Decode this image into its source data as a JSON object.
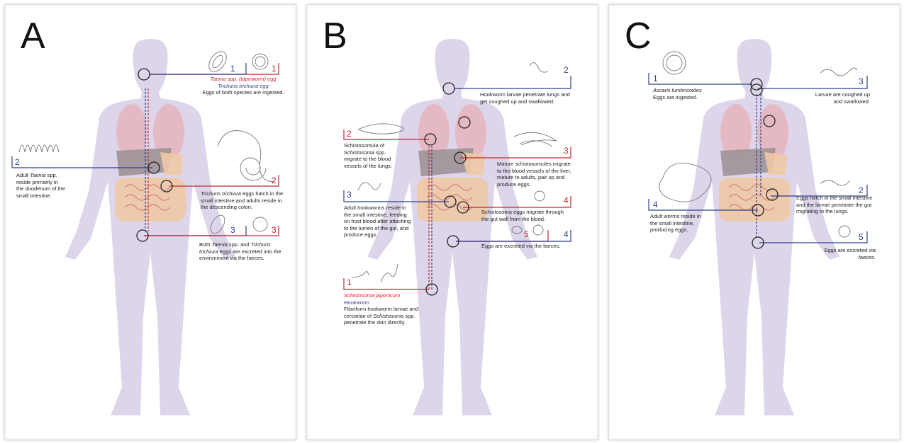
{
  "colors": {
    "red": "#c0282d",
    "blue": "#2f3f8f",
    "body": "#ddd6ea",
    "lung": "#e6b4bd",
    "liver": "#9c9296",
    "intestine": "#f0c9a6"
  },
  "panels": [
    {
      "letter": "A",
      "stages": [
        {
          "num": "1",
          "color": "blue"
        },
        {
          "num": "1",
          "color": "red"
        },
        {
          "num": "2",
          "color": "blue"
        },
        {
          "num": "2",
          "color": "red"
        },
        {
          "num": "3",
          "color": "blue"
        },
        {
          "num": "3",
          "color": "red"
        }
      ],
      "captions": {
        "c1_red": "Taenia spp. (tapeworm) egg",
        "c1_blue": "Trichuris trichiura egg",
        "c1_text": "Eggs of both species are ingested.",
        "c2_pre": "Adult ",
        "c2_italic": "Taenia",
        "c2_post": " spp. reside primarily in the duodenum of the small intestine.",
        "c3_italic": "Trichuris trichiura",
        "c3_text": " eggs hatch in the small intestine and adults reside in the descending colon.",
        "c4_pre": "Both ",
        "c4_italic1": "Taenia",
        "c4_mid": " spp. and ",
        "c4_italic2": "Trichuris trichiura",
        "c4_post": " eggs are excreted into the environment via the faeces."
      }
    },
    {
      "letter": "B",
      "stages": [
        {
          "num": "1",
          "color": "red"
        },
        {
          "num": "2",
          "color": "red"
        },
        {
          "num": "2",
          "color": "blue"
        },
        {
          "num": "3",
          "color": "red"
        },
        {
          "num": "3",
          "color": "blue"
        },
        {
          "num": "4",
          "color": "red"
        },
        {
          "num": "4",
          "color": "blue"
        },
        {
          "num": "5",
          "color": "red"
        }
      ],
      "captions": {
        "c1_red": "Schistosoma japonicum",
        "c1_blue": "Hookworm",
        "c1_pre": "Filariform hookworm larvae and cercariae of ",
        "c1_italic": "Schistosoma",
        "c1_post": " spp. penetrate the skin directly.",
        "c2_pre": "Schistosomula of ",
        "c2_italic": "Schistosoma",
        "c2_post": " spp. migrate to the blood vessels of the lungs.",
        "c3_text": "Adult hookworms reside in the small intestine, feeding on host blood after attaching to the lumen of the gut, and produce eggs.",
        "c4_text": "Hookworm larvae penetrate lungs and get coughed up and swallowed.",
        "c5_text": "Mature schistosomules migrate to the blood vessels of the liver, mature to adults, pair up and produce eggs.",
        "c6_text": "Schistosoma eggs migrate through the gut wall from the blood.",
        "c7_text": "Eggs are excreted via the faeces."
      }
    },
    {
      "letter": "C",
      "stages": [
        {
          "num": "1",
          "color": "blue"
        },
        {
          "num": "2",
          "color": "blue"
        },
        {
          "num": "3",
          "color": "blue"
        },
        {
          "num": "4",
          "color": "blue"
        },
        {
          "num": "5",
          "color": "blue"
        }
      ],
      "captions": {
        "c1_italic": "Ascaris lumbricoides",
        "c1_text": "Eggs are ingested.",
        "c2_text": "Eggs hatch in the small intestine and the larvae penetrate the gut migrating to the lungs.",
        "c3_text": "Larvae are coughed up and swallowed.",
        "c4_text": "Adult worms reside in the small intestine, producing eggs.",
        "c5_text": "Eggs are excreted via faeces."
      }
    }
  ]
}
